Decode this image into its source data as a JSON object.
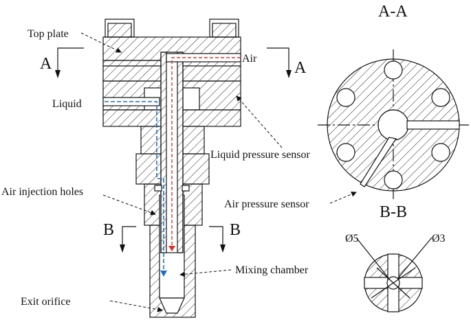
{
  "section_aa": {
    "title": "A-A"
  },
  "section_bb": {
    "title": "B-B",
    "dia_left": "Ø5",
    "dia_right": "Ø3"
  },
  "cut_marks": {
    "a": "A",
    "b": "B"
  },
  "labels": {
    "top_plate": "Top plate",
    "air": "Air",
    "liquid": "Liquid",
    "liquid_pressure_sensor": "Liquid pressure sensor",
    "air_injection_holes": "Air injection holes",
    "air_pressure_sensor": "Air pressure sensor",
    "mixing_chamber": "Mixing chamber",
    "exit_orifice": "Exit orifice"
  },
  "colors": {
    "air_path": "#e0302a",
    "liquid_path": "#1a6fc4",
    "line": "#111111"
  }
}
